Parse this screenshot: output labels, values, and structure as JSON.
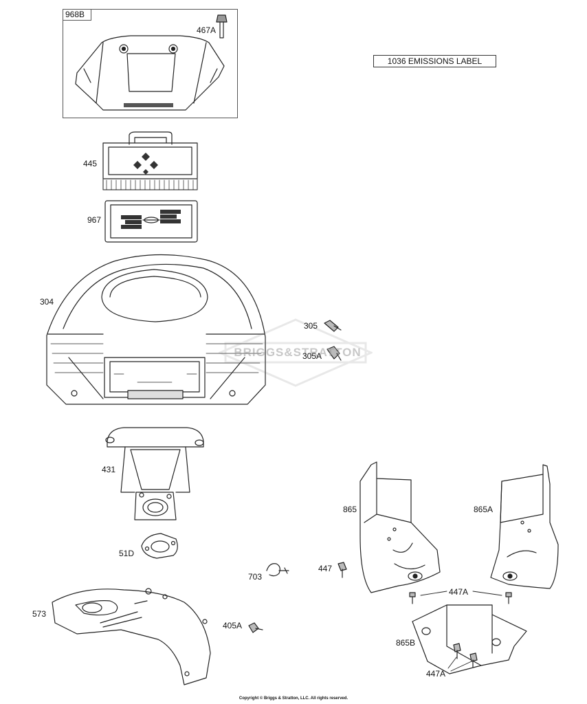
{
  "labels": {
    "p968B": "968B",
    "p467A": "467A",
    "p1036": "1036 EMISSIONS LABEL",
    "p445": "445",
    "p967": "967",
    "p304": "304",
    "p305": "305",
    "p305A": "305A",
    "p431": "431",
    "p51D": "51D",
    "p703": "703",
    "p447": "447",
    "p865": "865",
    "p865A": "865A",
    "p447A_top": "447A",
    "p865B": "865B",
    "p447A_bottom": "447A",
    "p573": "573",
    "p405A": "405A"
  },
  "watermark": "BRIGGS&STRATTON",
  "copyright": "Copyright © Briggs & Stratton, LLC. All rights reserved."
}
